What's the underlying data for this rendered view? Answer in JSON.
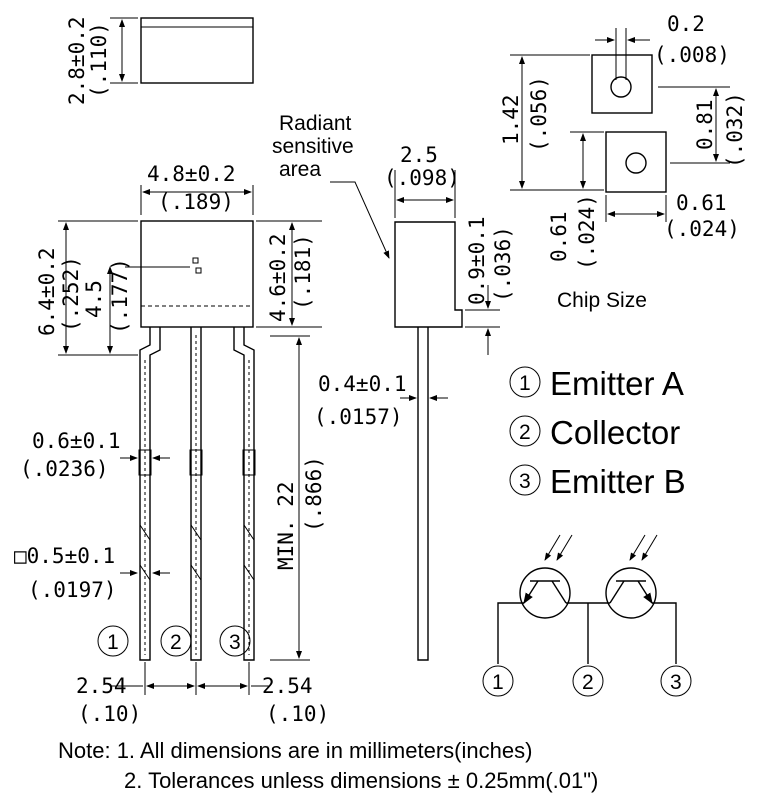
{
  "top_view": {
    "height_mm": "2.8±0.2",
    "height_in": "(.110)"
  },
  "front_view": {
    "width_mm": "4.8±0.2",
    "width_in": "(.189)",
    "body_height_mm": "6.4±0.2",
    "body_height_in": "(.252)",
    "sensor_height_mm": "4.5",
    "sensor_height_in": "(.177)",
    "lead_height_mm": "4.6±0.2",
    "lead_height_in": "(.181)",
    "lead_length_mm": "MIN. 22",
    "lead_length_in": "(.866)",
    "lead_width_mm": "0.6±0.1",
    "lead_width_in": "(.0236)",
    "lead_square_mm": "□0.5±0.1",
    "lead_square_in": "(.0197)",
    "pin_labels": [
      "1",
      "2",
      "3"
    ],
    "pitch_mm": "2.54",
    "pitch_in": "(.10)"
  },
  "side_view": {
    "radiant_label": [
      "Radiant",
      "sensitive",
      "area"
    ],
    "depth_mm": "2.5",
    "depth_in": "(.098)",
    "step_mm": "0.9±0.1",
    "step_in": "(.036)",
    "lead_thickness_mm": "0.4±0.1",
    "lead_thickness_in": "(.0157)"
  },
  "chip": {
    "title": "Chip Size",
    "pad_mm": "0.2",
    "pad_in": "(.008)",
    "total_height_mm": "1.42",
    "total_height_in": "(.056)",
    "offset_mm": "0.81",
    "offset_in": "(.032)",
    "chip_height_mm": "0.61",
    "chip_height_in": "(.024)",
    "chip_width_mm": "0.61",
    "chip_width_in": "(.024)"
  },
  "pin_legend": [
    {
      "number": "1",
      "name": "Emitter A"
    },
    {
      "number": "2",
      "name": "Collector"
    },
    {
      "number": "3",
      "name": "Emitter B"
    }
  ],
  "schematic": {
    "pins": [
      "1",
      "2",
      "3"
    ]
  },
  "notes": [
    "Note: 1. All dimensions are in millimeters(inches)",
    "2. Tolerances unless dimensions ± 0.25mm(.01\")"
  ]
}
